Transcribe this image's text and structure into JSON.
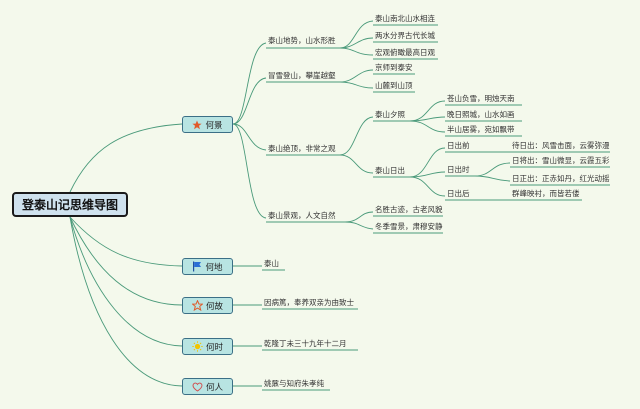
{
  "root": {
    "title": "登泰山记思维导图"
  },
  "categories": {
    "he_jing": {
      "label": "何景",
      "icon": "star-filled-icon",
      "color": "#e05a2a"
    },
    "he_di": {
      "label": "何地",
      "icon": "flag-icon",
      "color": "#2a6fd6"
    },
    "he_gu": {
      "label": "何故",
      "icon": "star-outline-icon",
      "color": "#e05a2a"
    },
    "he_shi": {
      "label": "何时",
      "icon": "sun-icon",
      "color": "#f2c400"
    },
    "he_ren": {
      "label": "何人",
      "icon": "heart-outline-icon",
      "color": "#d24a4a"
    }
  },
  "he_jing": {
    "terrain": {
      "label": "泰山地势，山水形胜",
      "items": [
        "泰山南北山水相连",
        "两水分界古代长城",
        "宏观俯瞰最高日观"
      ]
    },
    "climb": {
      "label": "冒雪登山，攀崖越壑",
      "items": [
        "京师到泰安",
        "山麓到山顶"
      ]
    },
    "summit": {
      "label": "泰山绝顶，非常之观",
      "sunset": {
        "label": "泰山夕照",
        "items": [
          "苍山负雪，明烛天南",
          "晚日照城，山水如画",
          "半山居雾，宛如飘带"
        ]
      },
      "sunrise": {
        "label": "泰山日出",
        "before": {
          "label": "日出前",
          "item": "待日出：风雪击面，云雾弥漫"
        },
        "during": {
          "label": "日出时",
          "items": [
            "日将出：雪山微显，云霞五彩",
            "日正出：正赤如丹，红光动摇"
          ]
        },
        "after": {
          "label": "日出后",
          "item": "群峰映衬，而皆若偻"
        }
      }
    },
    "culture": {
      "label": "泰山景观，人文自然",
      "items": [
        "名胜古迹，古老风貌",
        "冬季雪景，肃穆安静"
      ]
    }
  },
  "he_di": {
    "value": "泰山"
  },
  "he_gu": {
    "value": "因病篤，奉养双亲为由致士"
  },
  "he_shi": {
    "value": "乾隆丁未三十九年十二月"
  },
  "he_ren": {
    "value": "姚鼐与知府朱孝纯"
  },
  "colors": {
    "branch_line": "#4a9a7a",
    "background": "#f4f9ec"
  }
}
